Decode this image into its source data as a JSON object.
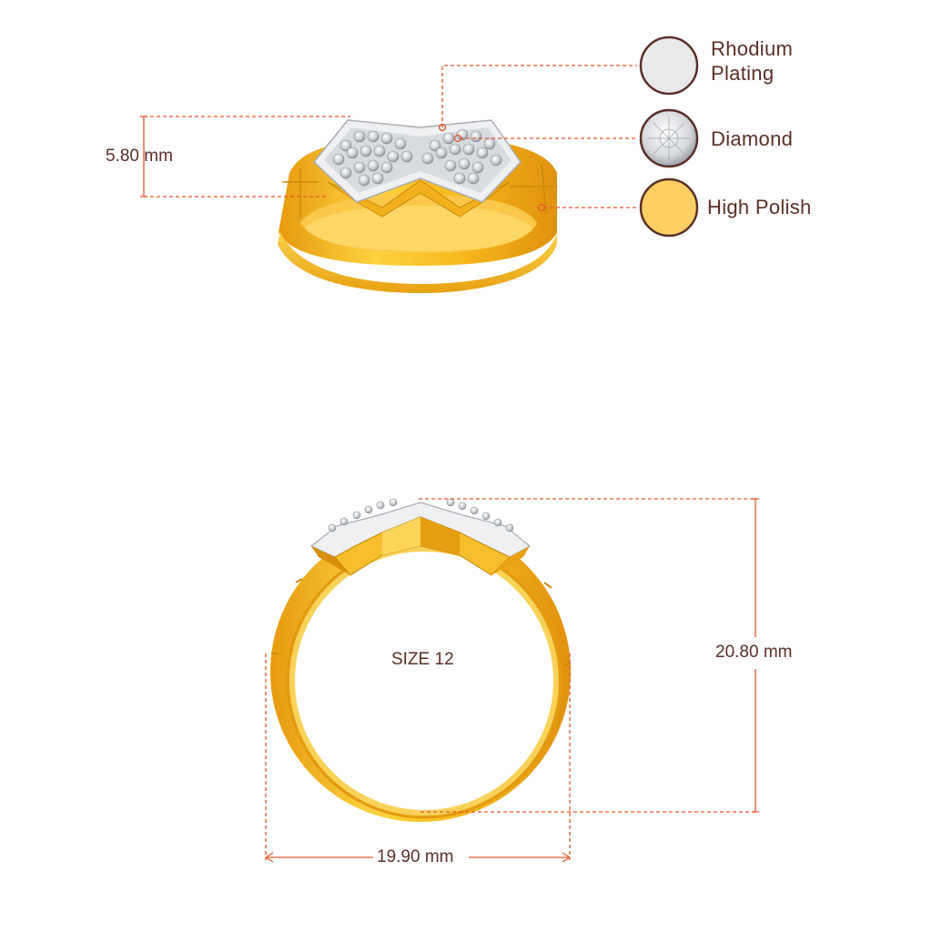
{
  "dimensions": {
    "height_top": "5.80 mm",
    "height_front": "20.80 mm",
    "width_front": "19.90 mm",
    "ring_size": "SIZE 12"
  },
  "legend": [
    {
      "label_line1": "Rhodium",
      "label_line2": "Plating",
      "swatch_color": "#e9e9ea",
      "icon": "rhodium-swatch-icon"
    },
    {
      "label_line1": "Diamond",
      "label_line2": "",
      "swatch_color": "#e4e4e4",
      "icon": "diamond-swatch-icon"
    },
    {
      "label_line1": "High Polish",
      "label_line2": "",
      "swatch_color": "#fccf62",
      "icon": "gold-swatch-icon"
    }
  ],
  "colors": {
    "dimension_line": "#e5582a",
    "text": "#5a2f26",
    "gold": "#f4b51e",
    "gold_dark": "#d68f0c",
    "metal_white": "#eef0f2"
  }
}
